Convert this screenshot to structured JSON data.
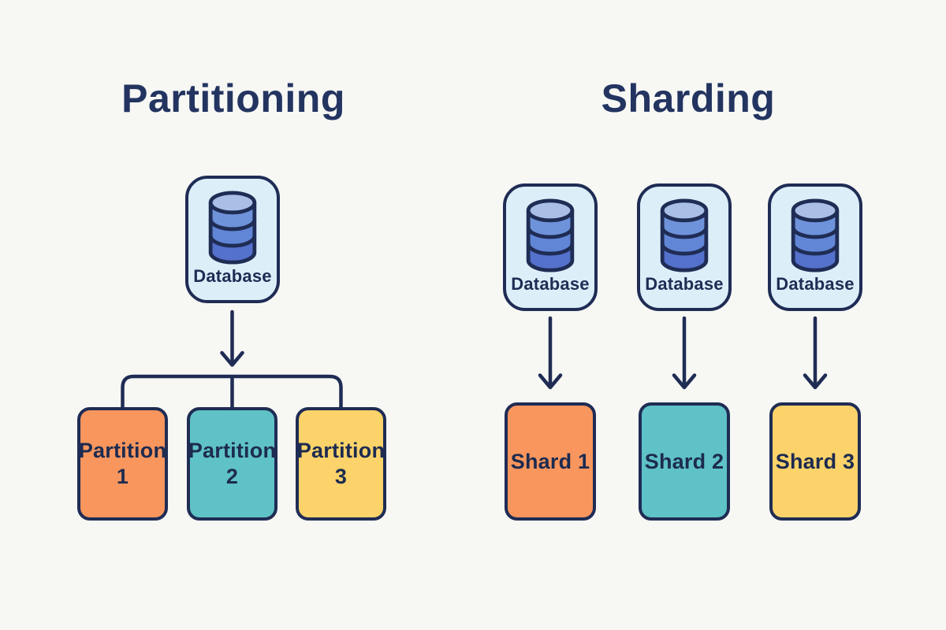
{
  "colors": {
    "background": "#f7f7f4",
    "ink": "#1f2c54",
    "title_text": "#233460",
    "database_node_fill": "#dceef8",
    "database_icon_top": "#a9bfe6",
    "database_icon_band1": "#6e93da",
    "database_icon_band2": "#6186d6",
    "database_icon_band3": "#5471cc",
    "orange": "#f8965e",
    "teal": "#5fc2c6",
    "yellow": "#fbd36a"
  },
  "left_panel": {
    "title": "Partitioning",
    "database": {
      "label": "Database"
    },
    "partitions": [
      {
        "line1": "Partition",
        "line2": "1",
        "color": "#f8965e"
      },
      {
        "line1": "Partition",
        "line2": "2",
        "color": "#5fc2c6"
      },
      {
        "line1": "Partition",
        "line2": "3",
        "color": "#fbd36a"
      }
    ]
  },
  "right_panel": {
    "title": "Sharding",
    "shards": [
      {
        "database_label": "Database",
        "label": "Shard 1",
        "color": "#f8965e"
      },
      {
        "database_label": "Database",
        "label": "Shard 2",
        "color": "#5fc2c6"
      },
      {
        "database_label": "Database",
        "label": "Shard 3",
        "color": "#fbd36a"
      }
    ]
  }
}
